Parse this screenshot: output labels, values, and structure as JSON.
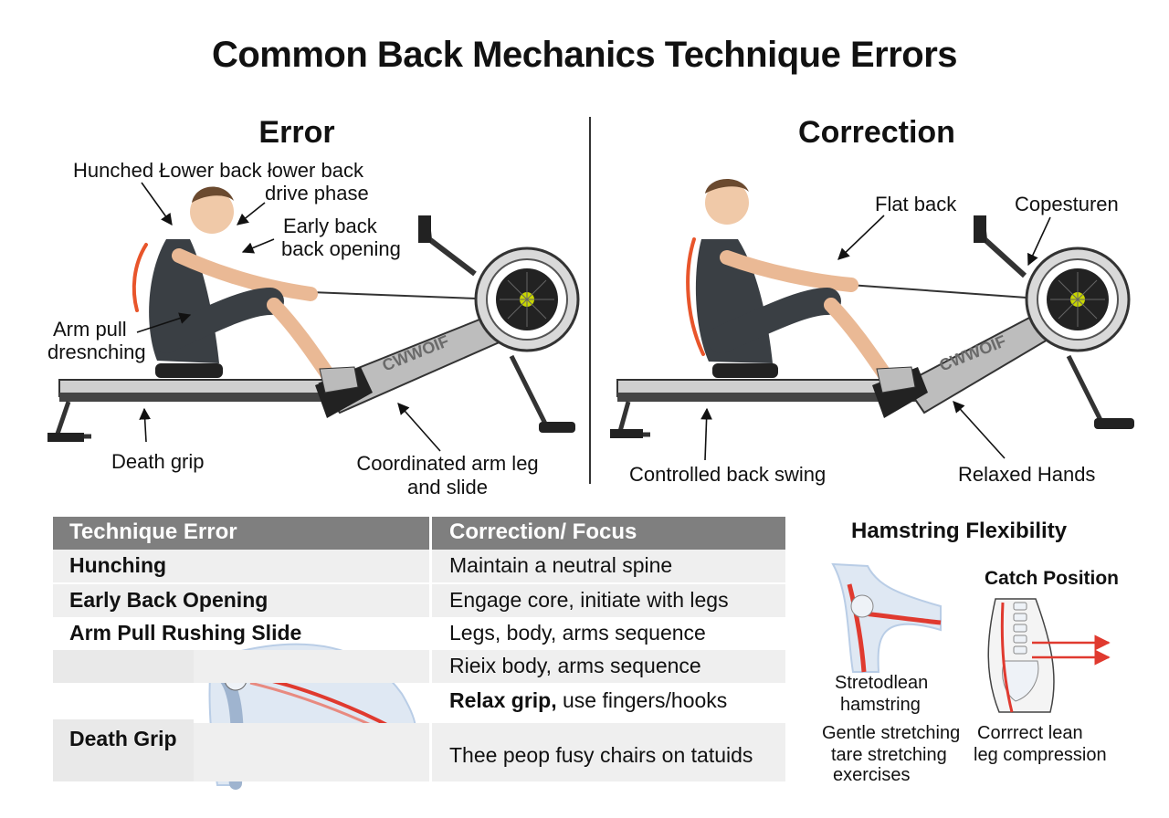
{
  "title": "Common Back Mechanics Technique Errors",
  "error_panel": {
    "heading": "Error",
    "labels": {
      "hunched_l1": "Hunched Łower back łower back",
      "hunched_l2": "drive phase",
      "early_l1": "Early back",
      "early_l2": "back opening",
      "arm_l1": "Arm pull",
      "arm_l2": "dresnching",
      "death_grip": "Death grip",
      "coord_l1": "Coordinated arm leg",
      "coord_l2": "and slide"
    },
    "brand_text": "CWWOIF"
  },
  "correction_panel": {
    "heading": "Correction",
    "labels": {
      "flat_back": "Flat back",
      "copesturen": "Copesturen",
      "controlled": "Controlled back swing",
      "relaxed": "Relaxed Hands"
    },
    "brand_text": "CWWOIF"
  },
  "table": {
    "headers": [
      "Technique Error",
      "Correction/ Focus"
    ],
    "rows": [
      {
        "error": "Hunching",
        "fix": "Maintain a neutral spine"
      },
      {
        "error": "Early Back Opening",
        "fix": "Engage core, initiate with legs"
      },
      {
        "error": "Arm Pull Rushing Slide",
        "fix": "Legs, body, arms sequence"
      },
      {
        "error": "",
        "fix": "Rieix body, arms sequence"
      },
      {
        "error": "",
        "fix_bold": "Relax grip,",
        "fix_rest": " use fingers/hooks"
      },
      {
        "error": "Death Grip",
        "fix": "Thee peop fusy chairs on tatuids"
      }
    ]
  },
  "side": {
    "title": "Hamstring Flexibility",
    "catch_title": "Catch Position",
    "stretch_l1": "Stretodlean",
    "stretch_l2": "hamstring",
    "gentle_l1": "Gentle stretching",
    "gentle_l2": "tare stretching",
    "gentle_l3": "exercises",
    "correct_l1": "Corrrect lean",
    "correct_l2": "leg compression"
  },
  "colors": {
    "accent_orange": "#e8552b",
    "muscle_red": "#e03a2f",
    "bone_blue": "#b9cde6",
    "machine_dark": "#3a3a3a",
    "header_gray": "#7f7f7f"
  }
}
